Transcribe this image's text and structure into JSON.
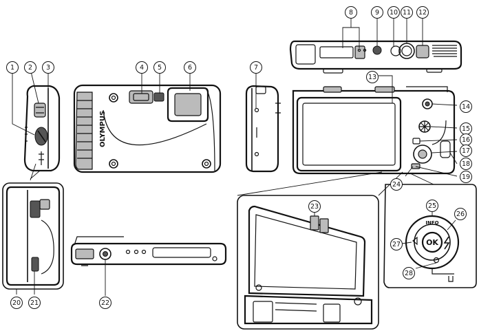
{
  "brand": "OLYMPUS",
  "dial": {
    "center": "OK",
    "top": "INFO"
  },
  "callouts": [
    "1",
    "2",
    "3",
    "4",
    "5",
    "6",
    "7",
    "8",
    "9",
    "10",
    "11",
    "12",
    "13",
    "14",
    "15",
    "16",
    "17",
    "18",
    "19",
    "20",
    "21",
    "22",
    "23",
    "24",
    "25",
    "26",
    "27",
    "28"
  ]
}
